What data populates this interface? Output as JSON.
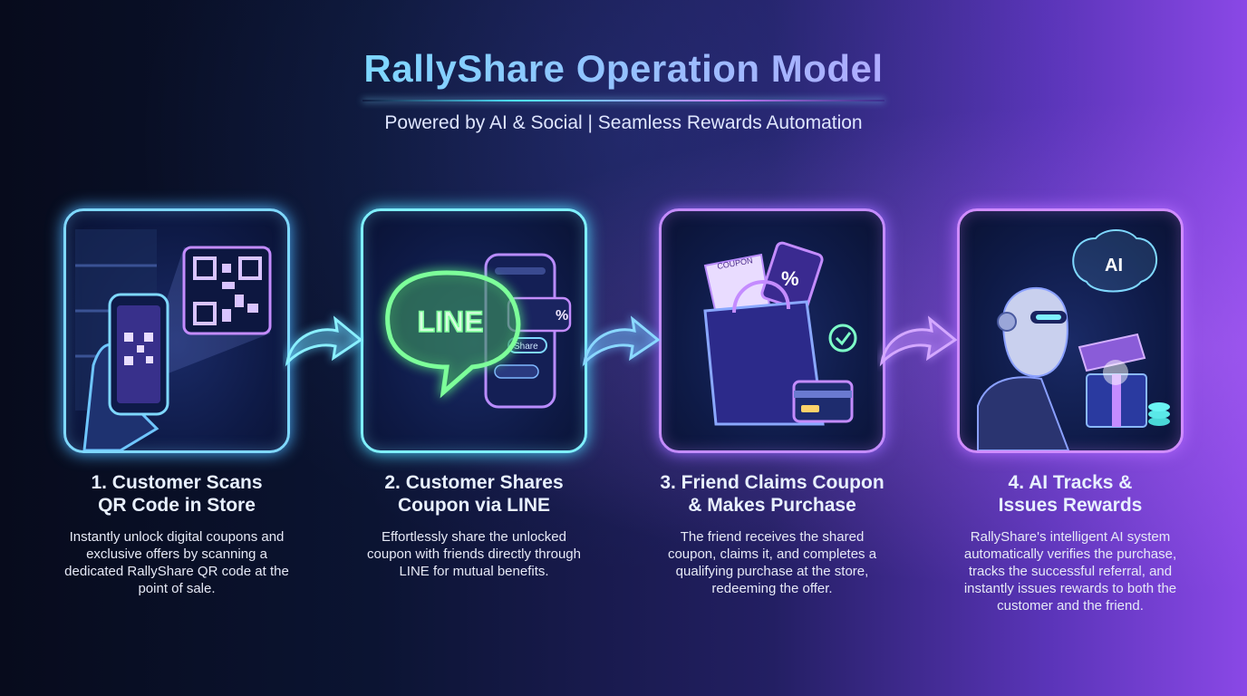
{
  "header": {
    "title": "RallyShare Operation Model",
    "subtitle": "Powered by AI & Social | Seamless Rewards Automation"
  },
  "steps": [
    {
      "heading": "1. Customer Scans\nQR Code in Store",
      "description": "Instantly unlock digital coupons and exclusive offers by scanning a dedicated RallyShare QR code at the point of sale.",
      "icon": "qr-scan-icon"
    },
    {
      "heading": "2. Customer Shares\nCoupon via LINE",
      "description": "Effortlessly share the unlocked coupon with friends directly through LINE for mutual benefits.",
      "icon": "line-share-icon",
      "bubble_text": "LINE",
      "share_label": "Share",
      "coupon_glyph": "%"
    },
    {
      "heading": "3. Friend Claims Coupon\n& Makes Purchase",
      "description": "The friend receives the shared coupon, claims it, and completes a qualifying purchase at the store, redeeming the offer.",
      "icon": "shopping-bag-icon",
      "coupon_label": "COUPON",
      "coupon_glyph": "%"
    },
    {
      "heading": "4. AI Tracks &\nIssues Rewards",
      "description": "RallyShare's intelligent AI system automatically verifies the purchase, tracks the successful referral, and instantly issues rewards to both the customer and the friend.",
      "icon": "ai-robot-icon",
      "brain_label": "AI"
    }
  ],
  "colors": {
    "cyan": "#5ff4ff",
    "violet": "#d58cff",
    "line_green": "#7dff9a"
  }
}
